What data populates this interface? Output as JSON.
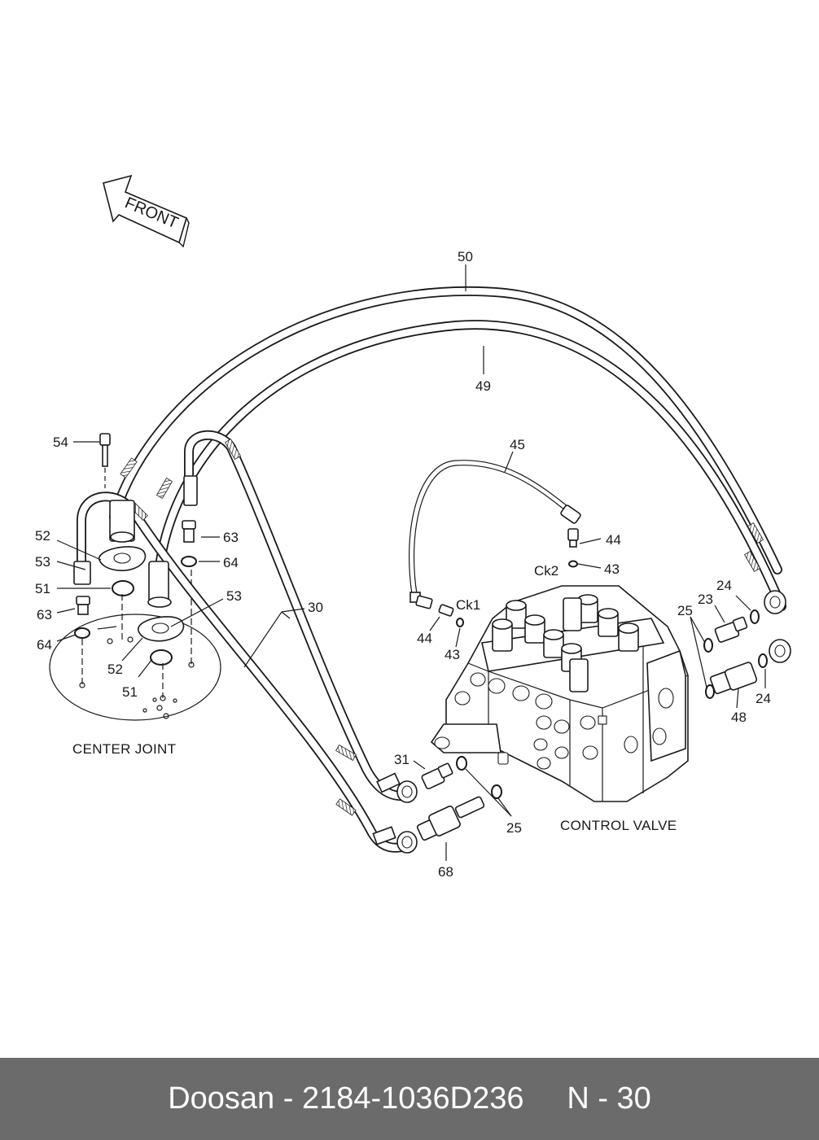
{
  "diagram": {
    "front_label": "FRONT",
    "captions": {
      "center_joint": "CENTER JOINT",
      "control_valve": "CONTROL VALVE"
    },
    "part_labels": {
      "p50": "50",
      "p49": "49",
      "p45": "45",
      "p54": "54",
      "p52a": "52",
      "p53a": "53",
      "p51a": "51",
      "p63a": "63",
      "p64a": "64",
      "p63b": "63",
      "p64b": "64",
      "p53b": "53",
      "p52b": "52",
      "p51b": "51",
      "p30": "30",
      "p44a": "44",
      "p43a": "43",
      "ck2": "Ck2",
      "p44b": "44",
      "p43b": "43",
      "ck1": "Ck1",
      "p24a": "24",
      "p23": "23",
      "p25a": "25",
      "p48": "48",
      "p24b": "24",
      "p31": "31",
      "p25b": "25",
      "p68": "68"
    }
  },
  "footer": {
    "brand": "Doosan",
    "separator1": " - ",
    "part_number": "2184-1036D236",
    "gap": "     ",
    "page_ref": "N - 30"
  }
}
